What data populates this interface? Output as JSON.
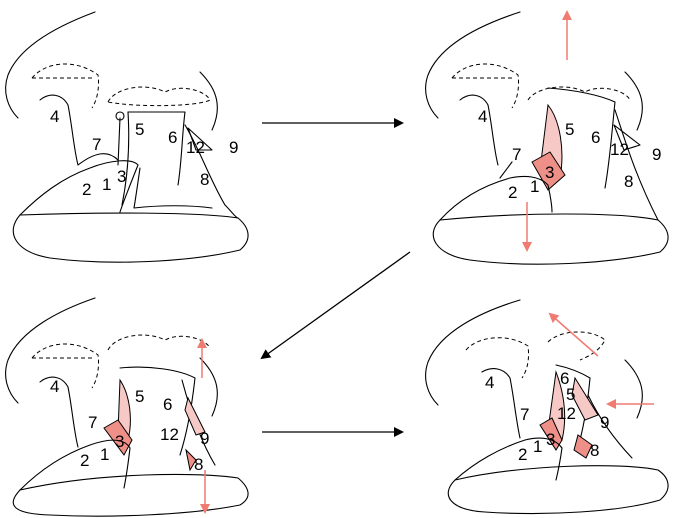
{
  "colors": {
    "outline": "#000000",
    "highlight_light": "#f7c9c6",
    "highlight_dark": "#ee8f88",
    "motion_arrow": "#ef7b73"
  },
  "panels": [
    {
      "id": "step-1",
      "labels": [
        "4",
        "7",
        "5",
        "6",
        "12",
        "9",
        "1",
        "3",
        "2",
        "8"
      ]
    },
    {
      "id": "step-2",
      "labels": [
        "4",
        "7",
        "5",
        "6",
        "12",
        "9",
        "3",
        "1",
        "2",
        "8"
      ]
    },
    {
      "id": "step-3",
      "labels": [
        "4",
        "7",
        "5",
        "6",
        "12",
        "9",
        "3",
        "1",
        "2",
        "8"
      ]
    },
    {
      "id": "step-4",
      "labels": [
        "4",
        "6",
        "5",
        "7",
        "12",
        "9",
        "3",
        "1",
        "2",
        "8"
      ]
    }
  ],
  "sequence_arrows": [
    "panel1-to-panel2",
    "panel2-to-panel3",
    "panel3-to-panel4"
  ]
}
